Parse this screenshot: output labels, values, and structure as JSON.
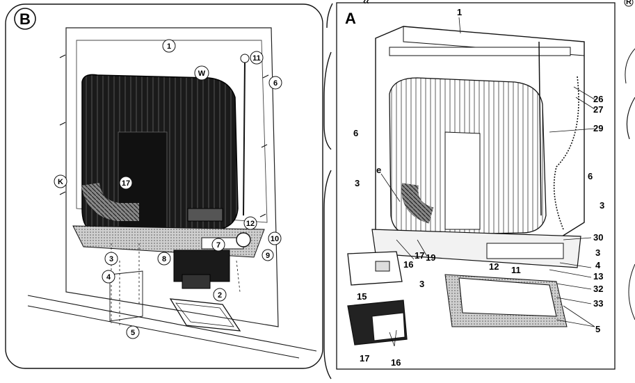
{
  "panel_b": {
    "badge": "B",
    "circled_labels": [
      "1",
      "11",
      "W",
      "6",
      "K",
      "17",
      "12",
      "10",
      "7",
      "9",
      "8",
      "3",
      "4",
      "2",
      "5"
    ]
  },
  "panel_a": {
    "badge": "A",
    "labels": [
      "1",
      "26",
      "27",
      "29",
      "6",
      "e",
      "3",
      "6",
      "3",
      "30",
      "3",
      "4",
      "13",
      "32",
      "33",
      "5",
      "12",
      "11",
      "16",
      "17",
      "19",
      "3",
      "15",
      "17",
      "16"
    ]
  },
  "edge_marks": {
    "top_left_text": "‹‹",
    "top_right_r": "R"
  },
  "colors": {
    "ink": "#111111",
    "paper": "#ffffff",
    "heater_dark": "#1a1a1a",
    "shade": "#9a9a9a"
  }
}
